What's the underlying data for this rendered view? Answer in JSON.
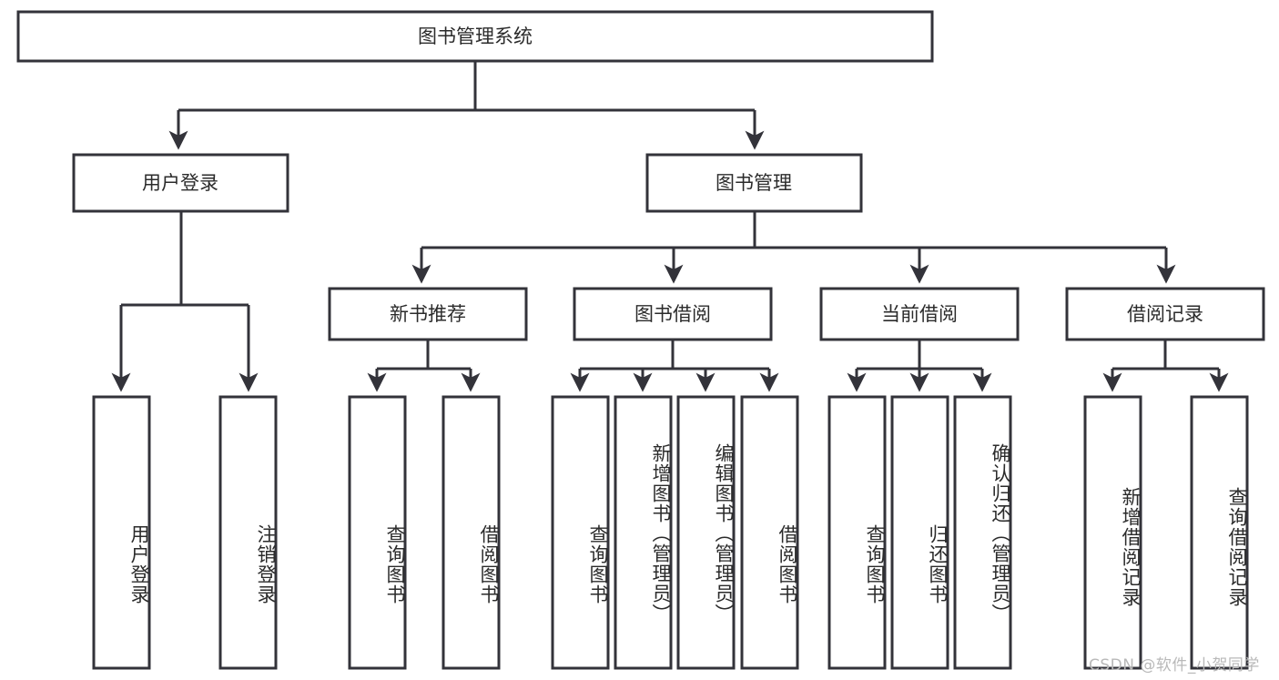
{
  "diagram": {
    "title": "图书管理系统",
    "type": "tree-hierarchy-diagram",
    "root": {
      "label": "图书管理系统"
    },
    "level2": [
      {
        "label": "用户登录"
      },
      {
        "label": "图书管理"
      }
    ],
    "level3": [
      {
        "label": "新书推荐"
      },
      {
        "label": "图书借阅"
      },
      {
        "label": "当前借阅"
      },
      {
        "label": "借阅记录"
      }
    ],
    "leaves": {
      "user_login": [
        {
          "label": "用户登录"
        },
        {
          "label": "注销登录"
        }
      ],
      "new_book_recommend": [
        {
          "label": "查询图书"
        },
        {
          "label": "借阅图书"
        }
      ],
      "book_borrow": [
        {
          "label": "查询图书"
        },
        {
          "label": "新增图书（管理员）"
        },
        {
          "label": "编辑图书（管理员）"
        },
        {
          "label": "借阅图书"
        }
      ],
      "current_borrow": [
        {
          "label": "查询图书"
        },
        {
          "label": "归还图书"
        },
        {
          "label": "确认归还（管理员）"
        }
      ],
      "borrow_record": [
        {
          "label": "新增借阅记录"
        },
        {
          "label": "查询借阅记录"
        }
      ]
    },
    "watermark": "CSDN @软件_小贺同学",
    "colors": {
      "stroke": "#33333a",
      "box_fill": "#ffffff",
      "text": "#2b2b2b",
      "watermark": "#b9b9b9",
      "background": "#ffffff"
    }
  }
}
